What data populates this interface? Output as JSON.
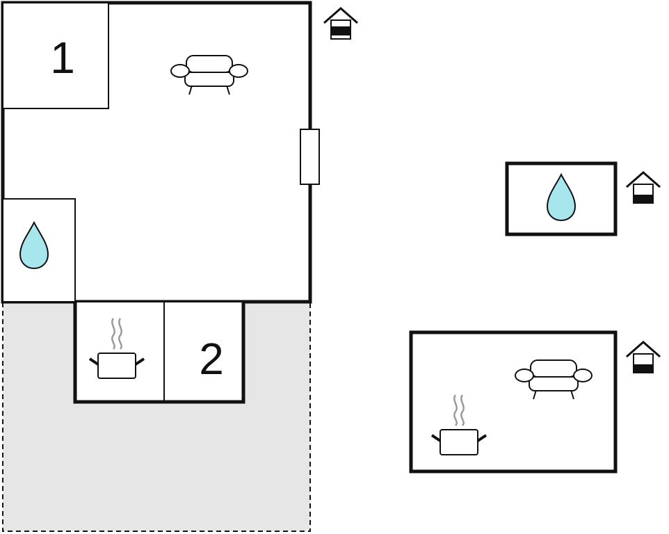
{
  "floorplan": {
    "rooms": [
      {
        "label": "1",
        "kind": "bedroom"
      },
      {
        "label": "2",
        "kind": "bedroom"
      }
    ],
    "icons": {
      "living": "sofa-icon",
      "bath": "water-drop-icon",
      "kitchen": "cooking-pot-icon",
      "floor_level": "house-floor-level-icon",
      "door": "door-icon"
    },
    "colors": {
      "wall": "#111111",
      "terrace_fill": "#e6e6e6",
      "water_fill": "#a8e6ee",
      "steam": "#9a9a9a"
    }
  }
}
